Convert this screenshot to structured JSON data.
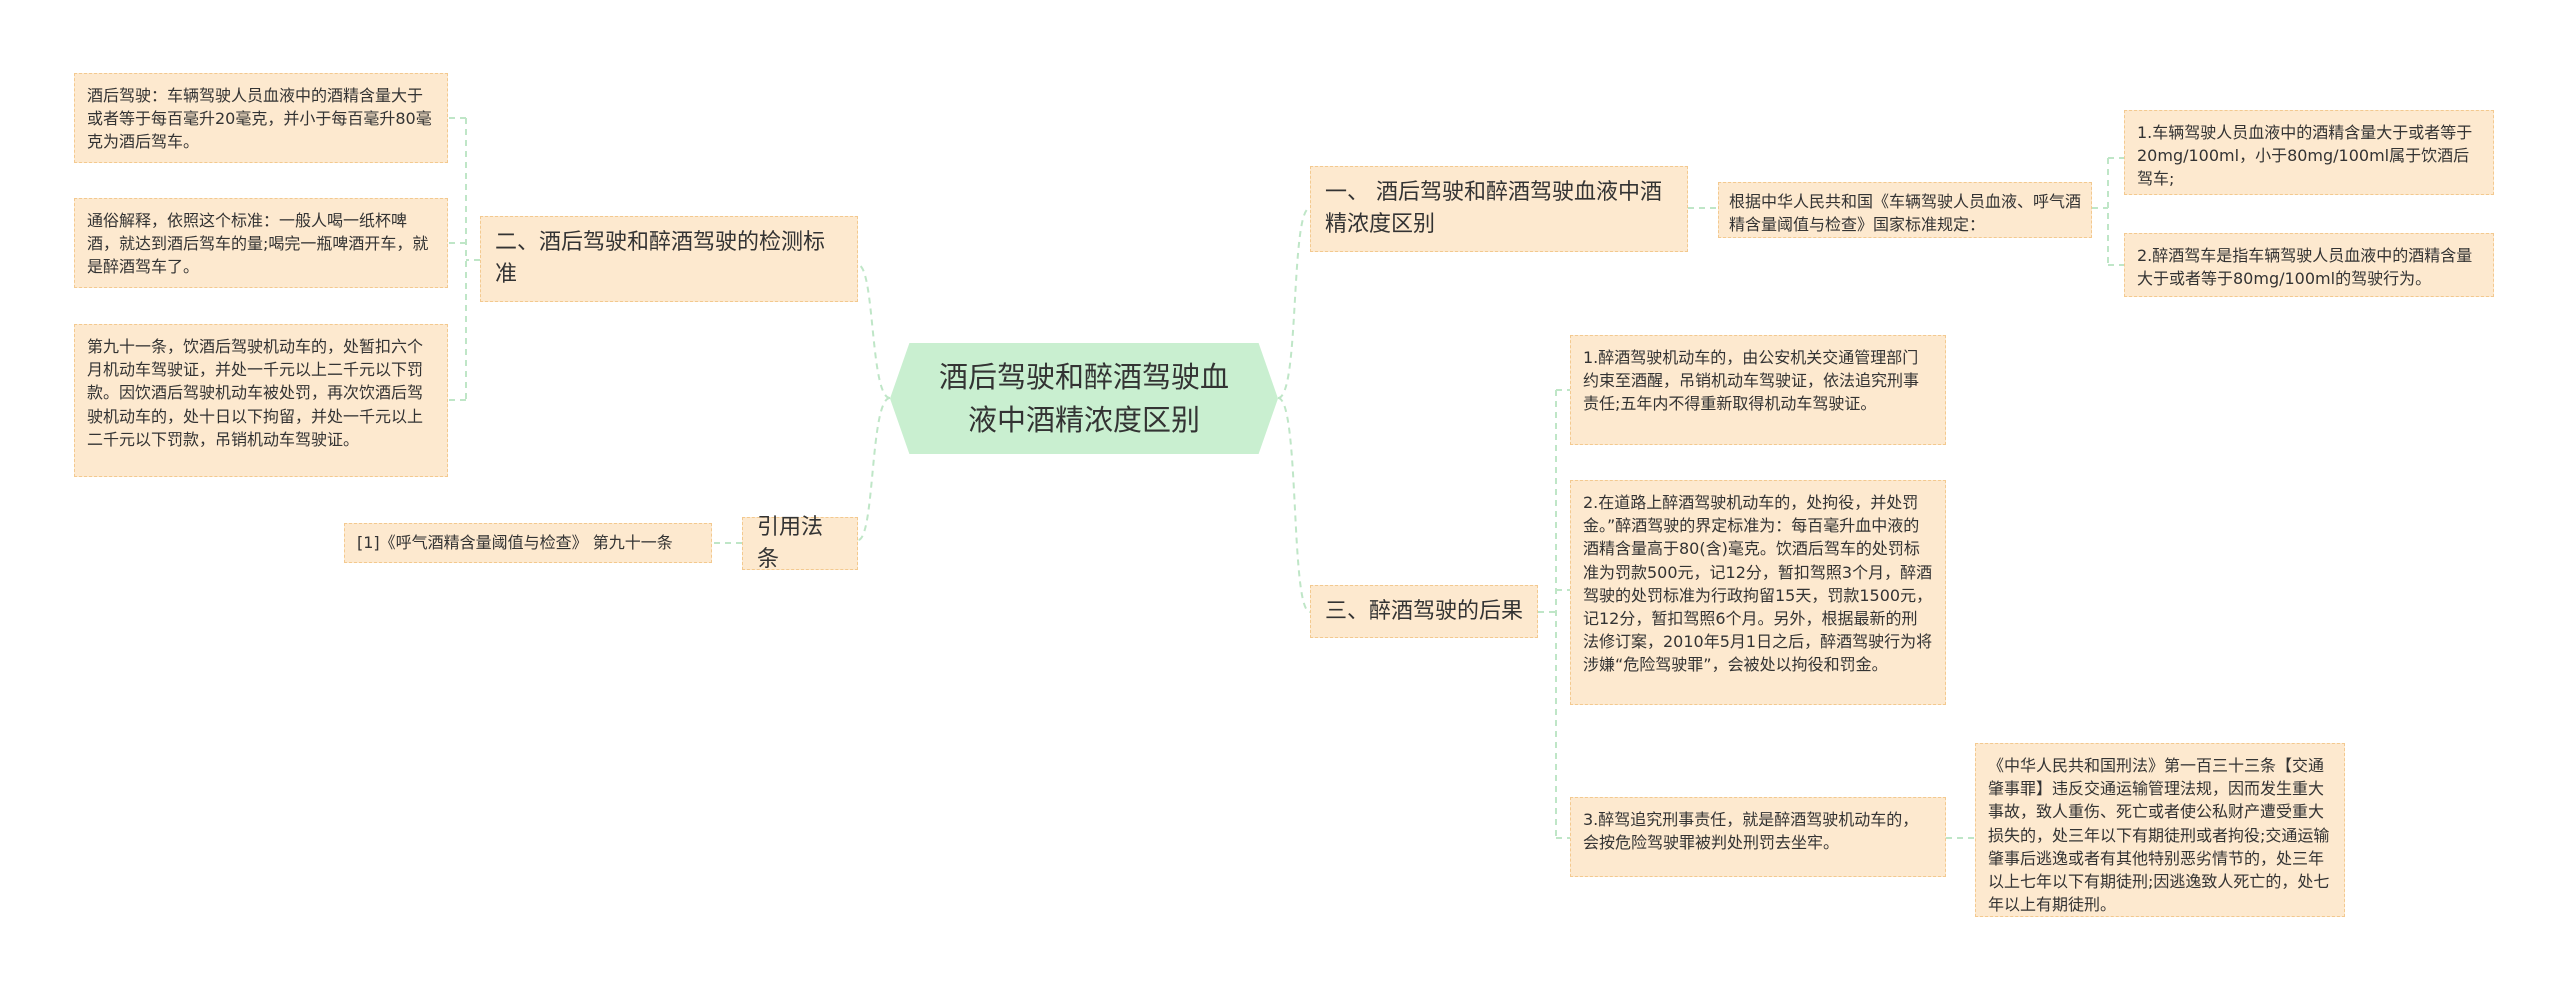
{
  "root": "酒后驾驶和醉酒驾驶血液中酒精浓度区别",
  "left": {
    "detection": {
      "title": "二、酒后驾驶和醉酒驾驶的检测标准",
      "items": [
        "酒后驾驶：车辆驾驶人员血液中的酒精含量大于或者等于每百毫升20毫克，并小于每百毫升80毫克为酒后驾车。",
        "通俗解释，依照这个标准：一般人喝一纸杯啤酒，就达到酒后驾车的量;喝完一瓶啤酒开车，就是醉酒驾车了。",
        "第九十一条，饮酒后驾驶机动车的，处暂扣六个月机动车驾驶证，并处一千元以上二千元以下罚款。因饮酒后驾驶机动车被处罚，再次饮酒后驾驶机动车的，处十日以下拘留，并处一千元以上二千元以下罚款，吊销机动车驾驶证。"
      ]
    },
    "citation": {
      "title": "引用法条",
      "items": [
        "[1]《呼气酒精含量阈值与检查》 第九十一条"
      ]
    }
  },
  "right": {
    "difference": {
      "title": "一、 酒后驾驶和醉酒驾驶血液中酒精浓度区别",
      "basis": "根据中华人民共和国《车辆驾驶人员血液、呼气酒精含量阈值与检查》国家标准规定：",
      "items": [
        "1.车辆驾驶人员血液中的酒精含量大于或者等于20mg/100ml，小于80mg/100ml属于饮酒后驾车;",
        "2.醉酒驾车是指车辆驾驶人员血液中的酒精含量大于或者等于80mg/100ml的驾驶行为。"
      ]
    },
    "consequence": {
      "title": "三、醉酒驾驶的后果",
      "items": [
        "1.醉酒驾驶机动车的，由公安机关交通管理部门约束至酒醒，吊销机动车驾驶证，依法追究刑事责任;五年内不得重新取得机动车驾驶证。",
        "2.在道路上醉酒驾驶机动车的，处拘役，并处罚金。”醉酒驾驶的界定标准为：每百毫升血中液的酒精含量高于80(含)毫克。饮酒后驾车的处罚标准为罚款500元，记12分，暂扣驾照3个月，醉酒驾驶的处罚标准为行政拘留15天，罚款1500元，记12分，暂扣驾照6个月。另外，根据最新的刑法修订案，2010年5月1日之后，醉酒驾驶行为将涉嫌“危险驾驶罪”，会被处以拘役和罚金。",
        "3.醉驾追究刑事责任，就是醉酒驾驶机动车的，会按危险驾驶罪被判处刑罚去坐牢。"
      ],
      "law": "《中华人民共和国刑法》第一百三十三条【交通肇事罪】违反交通运输管理法规，因而发生重大事故，致人重伤、死亡或者使公私财产遭受重大损失的，处三年以下有期徒刑或者拘役;交通运输肇事后逃逸或者有其他特别恶劣情节的，处三年以上七年以下有期徒刑;因逃逸致人死亡的，处七年以上有期徒刑。"
    }
  }
}
